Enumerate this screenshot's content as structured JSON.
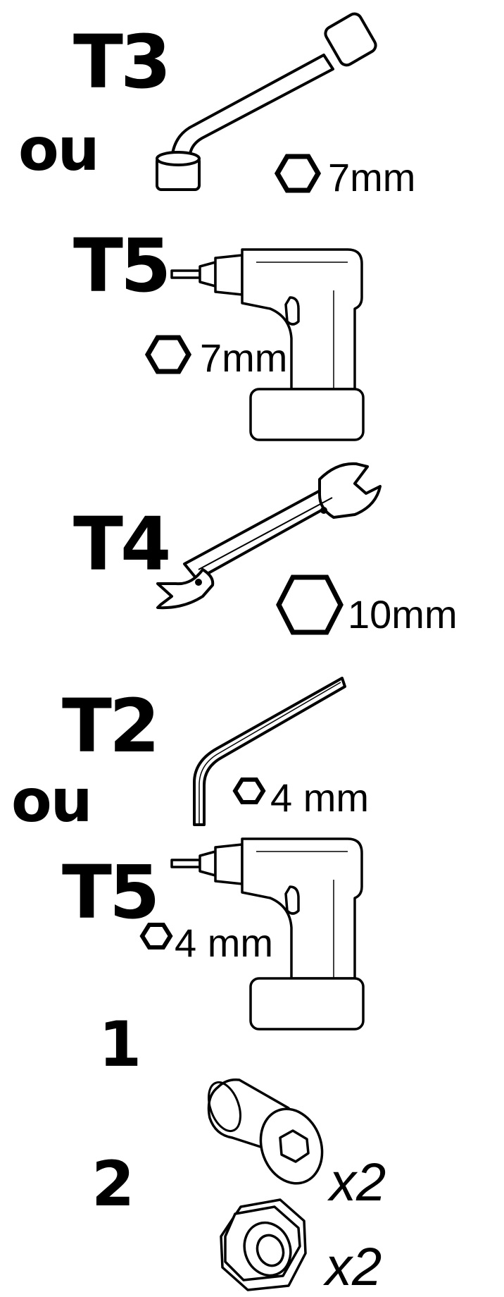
{
  "tools": [
    {
      "id": "t3",
      "label": "T3",
      "alt_word": "ou",
      "size": "7mm"
    },
    {
      "id": "t5a",
      "label": "T5",
      "size": "7mm"
    },
    {
      "id": "t4",
      "label": "T4",
      "size": "10mm"
    },
    {
      "id": "t2",
      "label": "T2",
      "alt_word": "ou",
      "size": "4 mm"
    },
    {
      "id": "t5b",
      "label": "T5",
      "size": "4 mm"
    }
  ],
  "parts": [
    {
      "label": "1",
      "quantity": "x2"
    },
    {
      "label": "2",
      "quantity": "x2"
    }
  ],
  "icons": [
    "socket-wrench-icon",
    "power-drill-icon",
    "hex-nut-icon",
    "open-end-spanner-icon",
    "allen-key-icon",
    "button-head-bolt-icon",
    "lock-nut-icon"
  ]
}
